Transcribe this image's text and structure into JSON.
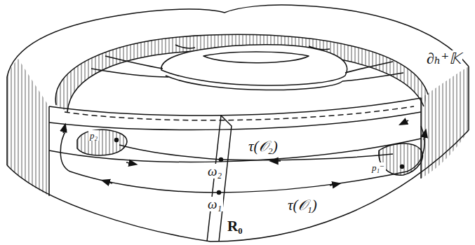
{
  "diagram": {
    "labels": [
      "∂ₕ⁺𝕂",
      "p₂",
      "p₁⁻",
      "τ(𝒪₂)",
      "ω₂",
      "ω₁",
      "τ(𝒪₁)",
      "R₀"
    ]
  }
}
